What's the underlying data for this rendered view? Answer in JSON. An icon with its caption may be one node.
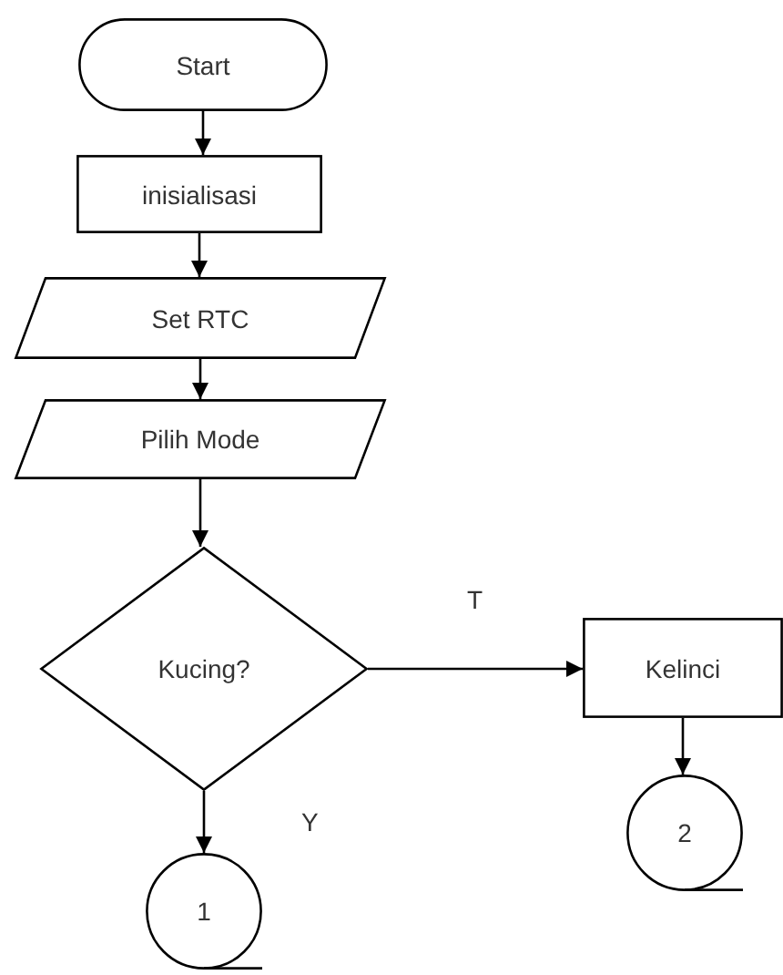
{
  "diagram": {
    "nodes": [
      {
        "text": [
          "Start"
        ]
      },
      {
        "text": [
          "inisialisasi"
        ]
      },
      {
        "text": [
          "Set RTC"
        ]
      },
      {
        "text": [
          "Pilih Mode"
        ]
      },
      {
        "text": [
          "Kucing?"
        ]
      },
      {
        "text": [
          "Kelinci"
        ]
      },
      {
        "text": [
          "2"
        ]
      },
      {
        "text": [
          "1"
        ]
      }
    ],
    "edges": [
      {
        "from": 0,
        "to": 1,
        "arrow": "to"
      },
      {
        "from": 1,
        "to": 2,
        "arrow": "to"
      },
      {
        "from": 2,
        "to": 3,
        "arrow": "to"
      },
      {
        "from": 3,
        "to": 4,
        "arrow": "to"
      },
      {
        "from": 4,
        "to": 5,
        "arrow": "to",
        "label": "T"
      },
      {
        "from": 4,
        "to": 7,
        "arrow": "to",
        "label": "Y"
      },
      {
        "from": 5,
        "to": 6,
        "arrow": "to"
      }
    ]
  }
}
